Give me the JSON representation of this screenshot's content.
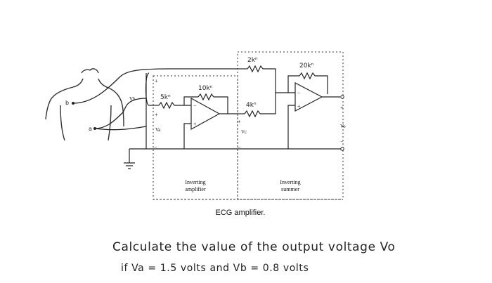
{
  "circuit": {
    "caption": "ECG amplifier.",
    "stage1_label_line1": "Inverting",
    "stage1_label_line2": "amplifier",
    "stage2_label_line1": "Inverting",
    "stage2_label_line2": "summer",
    "r_input": "5kⁿ",
    "r_feedback1": "10kⁿ",
    "r_summer_a": "2kⁿ",
    "r_summer_b": "4kⁿ",
    "r_feedback2": "20kⁿ",
    "node_vb": "Vb",
    "node_va": "Va",
    "node_vc": "Vc",
    "node_vo": "Vo",
    "electrode_b": "b",
    "electrode_a": "a"
  },
  "question": {
    "line1": "Calculate the value of the output voltage Vo",
    "line2": "if  Va = 1.5 volts  and  Vb = 0.8 volts"
  }
}
